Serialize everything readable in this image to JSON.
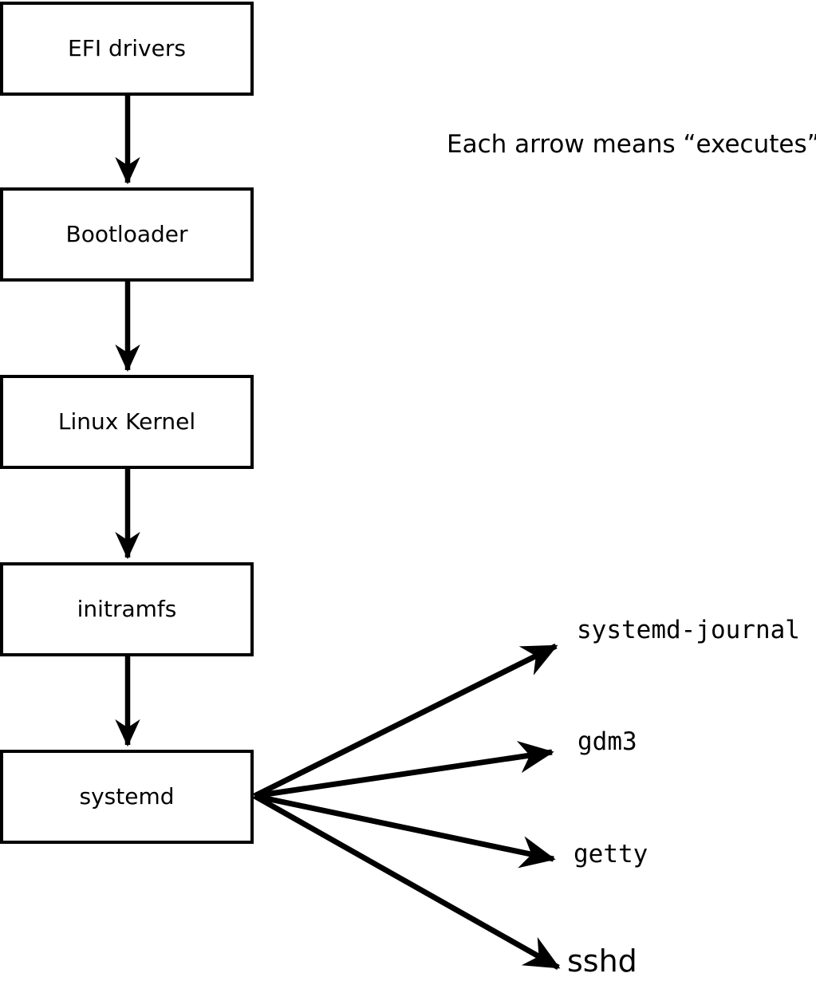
{
  "diagram": {
    "note": "Each arrow means “executes”.",
    "boot_chain": [
      {
        "label": "EFI drivers"
      },
      {
        "label": "Bootloader"
      },
      {
        "label": "Linux Kernel"
      },
      {
        "label": "initramfs"
      },
      {
        "label": "systemd"
      }
    ],
    "spawned_processes": [
      {
        "label": "systemd-journal"
      },
      {
        "label": "gdm3"
      },
      {
        "label": "getty"
      },
      {
        "label": "sshd"
      }
    ],
    "colors": {
      "background": "#ffffff",
      "box_fill": "#ffffff",
      "line": "#000000",
      "text": "#000000"
    }
  }
}
